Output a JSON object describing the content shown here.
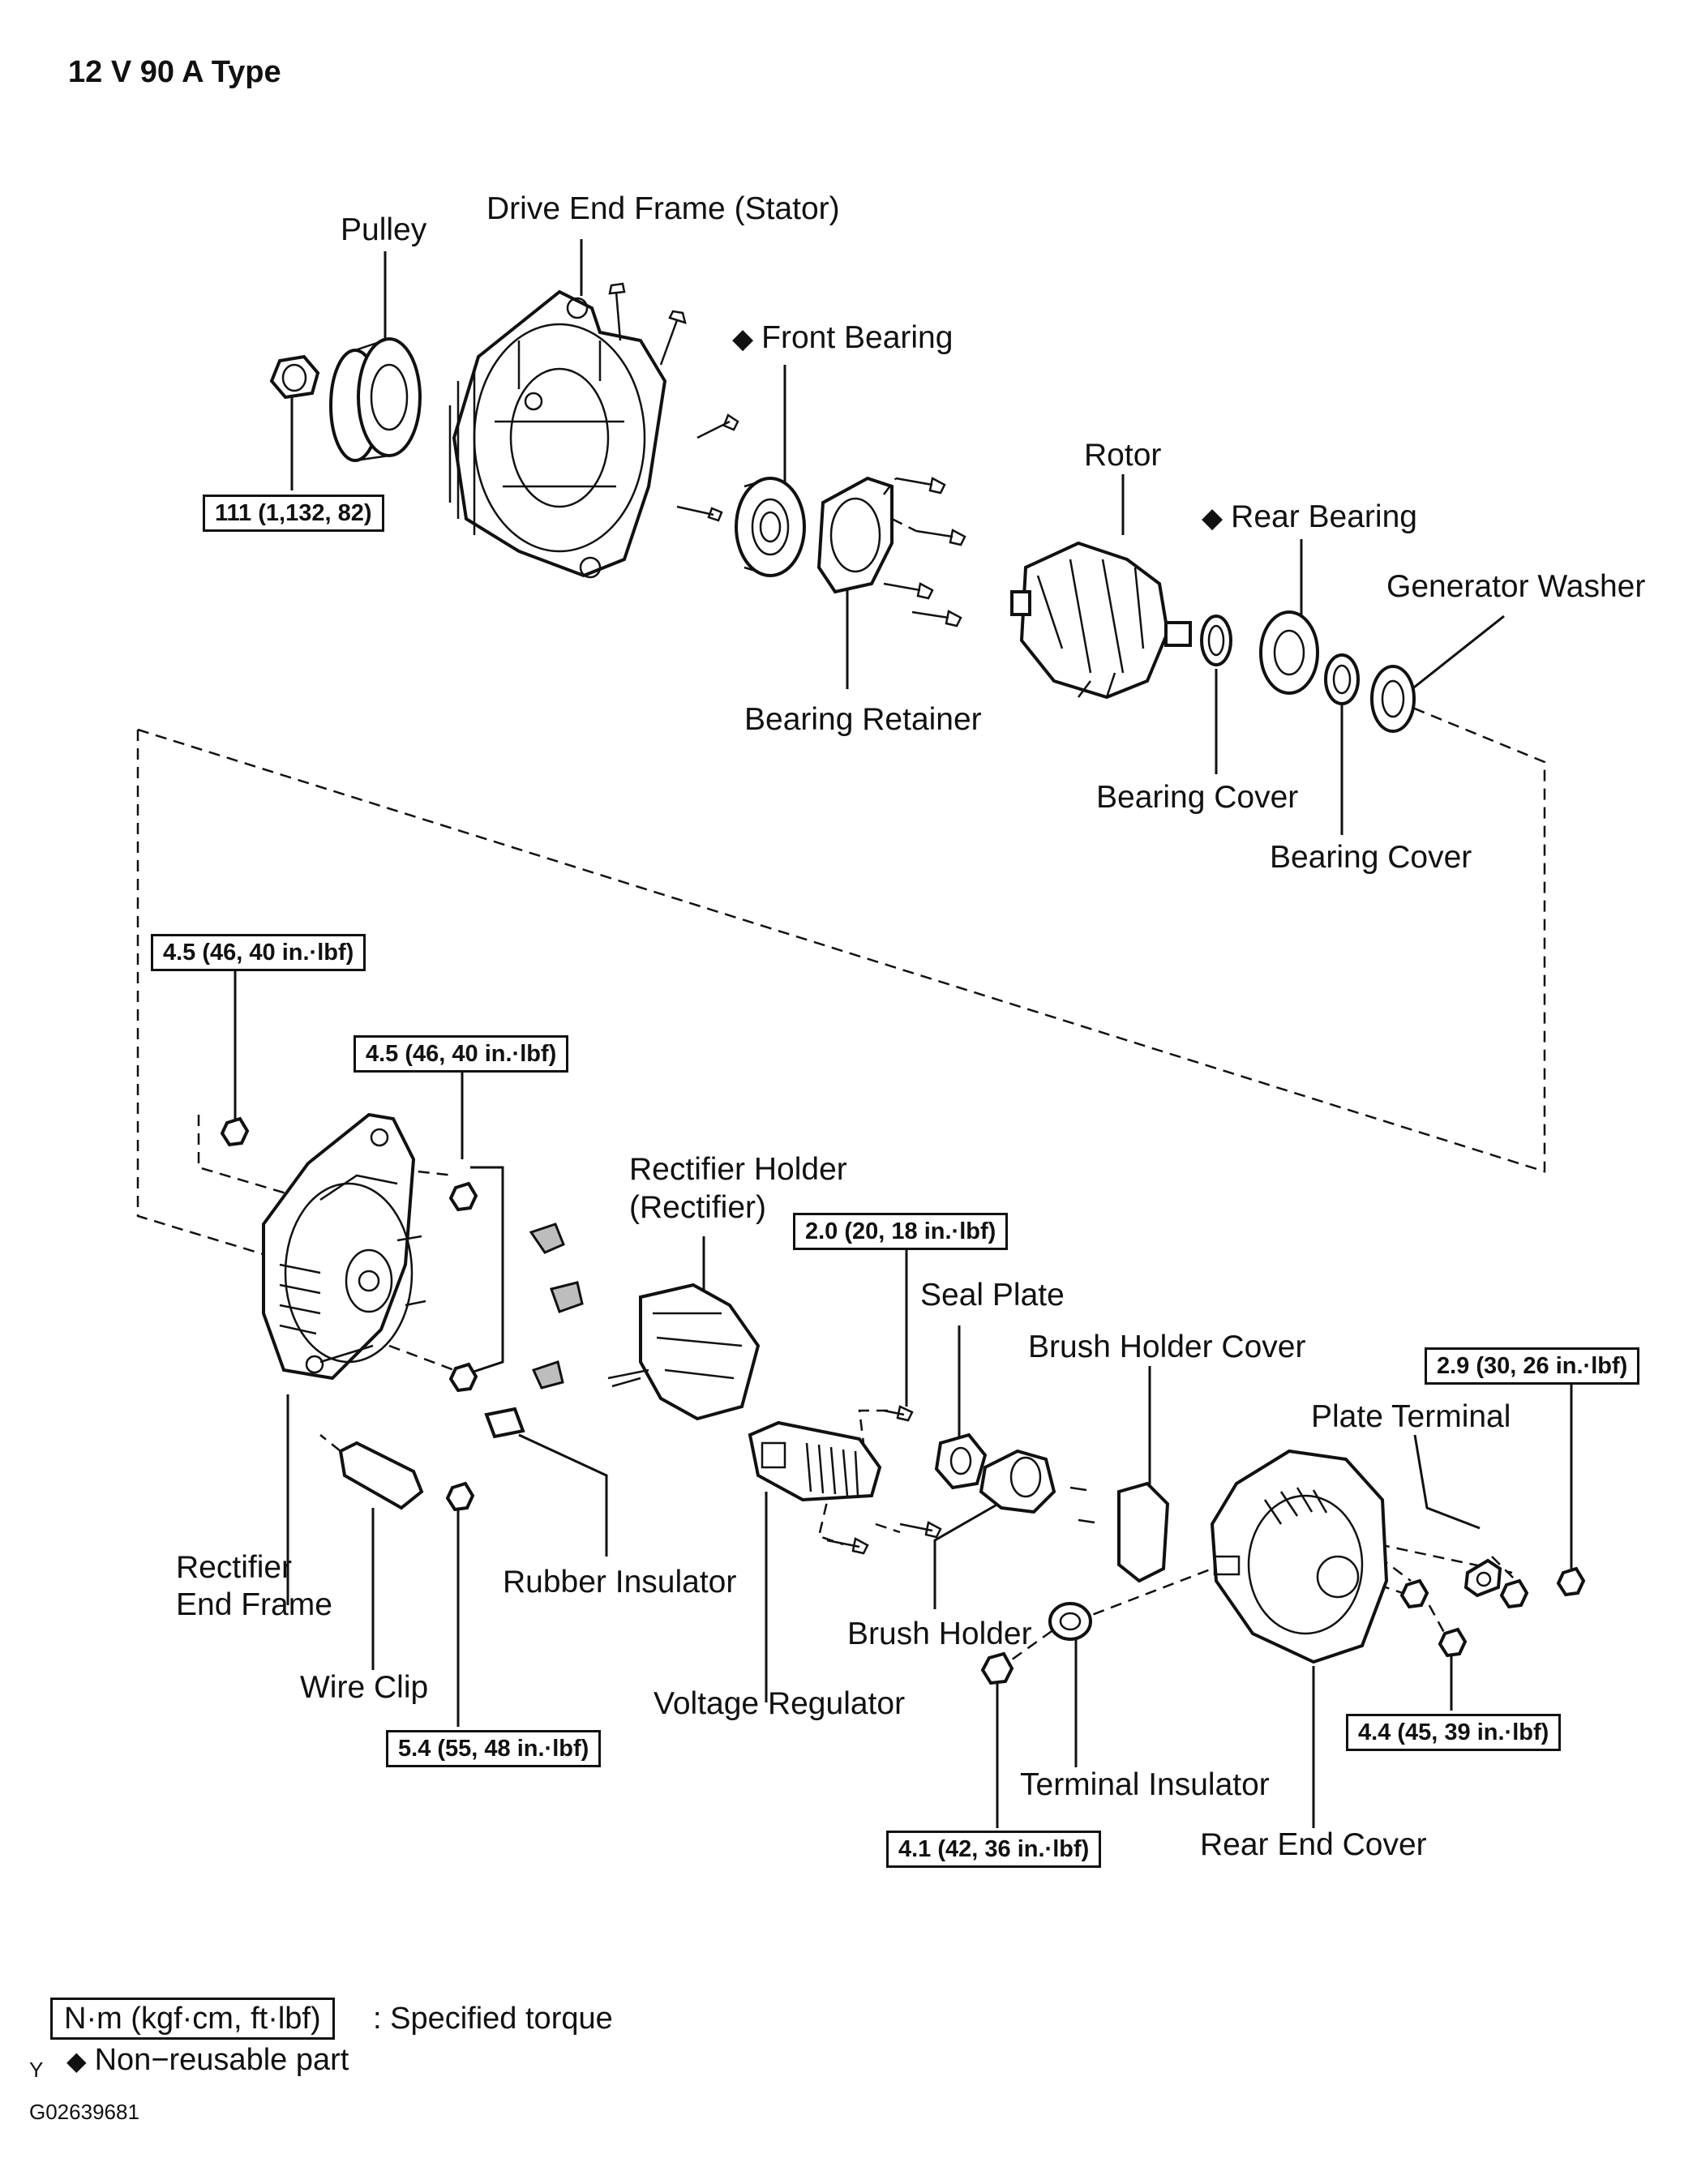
{
  "title": "12 V 90 A Type",
  "labels": {
    "pulley": "Pulley",
    "drive_end_frame": "Drive End Frame (Stator)",
    "front_bearing": "Front Bearing",
    "rotor": "Rotor",
    "rear_bearing": "Rear Bearing",
    "generator_washer": "Generator Washer",
    "bearing_retainer": "Bearing Retainer",
    "bearing_cover_1": "Bearing Cover",
    "bearing_cover_2": "Bearing Cover",
    "rectifier_holder_1": "Rectifier Holder",
    "rectifier_holder_2": "(Rectifier)",
    "seal_plate": "Seal Plate",
    "brush_holder_cover": "Brush Holder Cover",
    "plate_terminal": "Plate Terminal",
    "rectifier_end_frame_1": "Rectifier",
    "rectifier_end_frame_2": "End Frame",
    "rubber_insulator": "Rubber Insulator",
    "wire_clip": "Wire Clip",
    "brush_holder": "Brush Holder",
    "voltage_regulator": "Voltage Regulator",
    "terminal_insulator": "Terminal Insulator",
    "rear_end_cover": "Rear End Cover"
  },
  "non_reusable_symbol": "◆",
  "torques": {
    "pulley_nut": "111 (1,132, 82)",
    "end_frame_nut_a": "4.5 (46, 40 in.·lbf)",
    "end_frame_nut_b": "4.5 (46, 40 in.·lbf)",
    "regulator_screw": "2.0 (20, 18 in.·lbf)",
    "plate_terminal_nut": "2.9 (30, 26 in.·lbf)",
    "wire_clip_nut": "5.4 (55, 48 in.·lbf)",
    "rear_cover_nut": "4.4 (45, 39 in.·lbf)",
    "terminal_nut": "4.1 (42, 36 in.·lbf)"
  },
  "legend": {
    "torque_box": "N·m (kgf·cm, ft·lbf)",
    "torque_text": ": Specified torque",
    "nonreusable_text": "Non−reusable part"
  },
  "footer": {
    "mark": "Y",
    "figure_code": "G02639681"
  }
}
